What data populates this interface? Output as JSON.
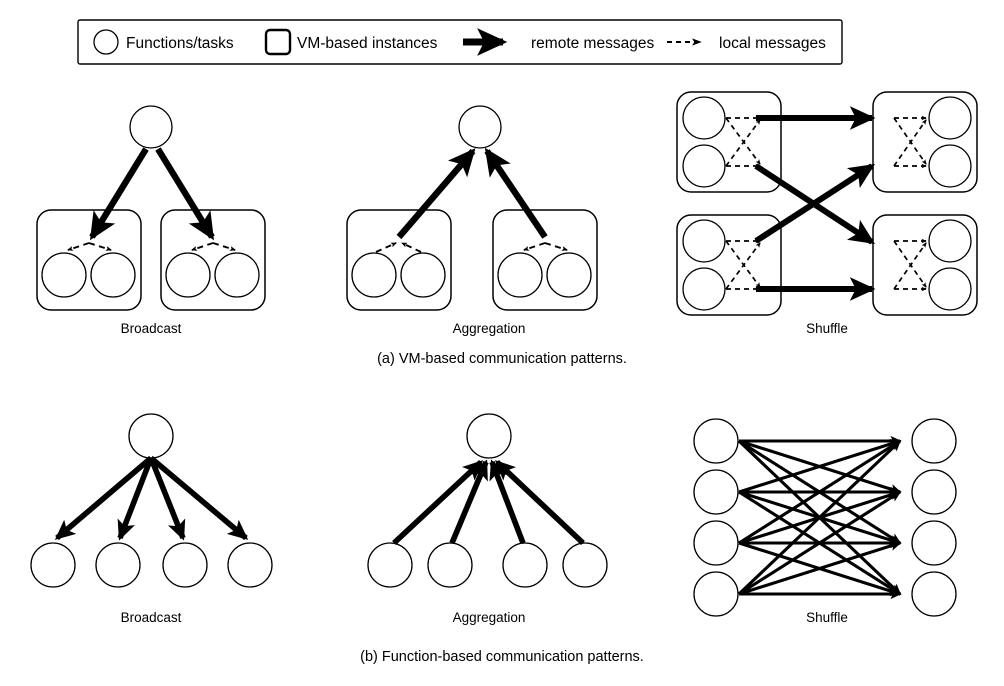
{
  "figure": {
    "legend": {
      "items": [
        {
          "icon": "circle-outline-icon",
          "label": "Functions/tasks"
        },
        {
          "icon": "rounded-square-outline-icon",
          "label": "VM-based instances"
        },
        {
          "icon": "solid-arrow-icon",
          "label": "remote messages"
        },
        {
          "icon": "dashed-arrow-icon",
          "label": "local messages"
        }
      ]
    },
    "rows": [
      {
        "id": "row-a",
        "caption": "(a) VM-based communication patterns.",
        "panels": [
          {
            "id": "panel-a-broadcast",
            "label": "Broadcast",
            "pattern": "broadcast",
            "scope": "vm-based",
            "root_nodes": 1,
            "vm_boxes": 2,
            "functions_per_box": 2,
            "remote_arrows": 2,
            "local_arrows_per_box": 2,
            "local_arrow_direction": "down"
          },
          {
            "id": "panel-a-aggregation",
            "label": "Aggregation",
            "pattern": "aggregation",
            "scope": "vm-based",
            "root_nodes": 1,
            "vm_boxes": 2,
            "functions_per_box": 2,
            "remote_arrows": 2,
            "local_arrows_per_box": 2,
            "local_arrow_direction": "up-left-box-down-right-box"
          },
          {
            "id": "panel-a-shuffle",
            "label": "Shuffle",
            "pattern": "shuffle",
            "scope": "vm-based",
            "vm_boxes": 4,
            "functions_per_box": 2,
            "remote_arrows": 4,
            "local_arrows_per_box": 4,
            "local_arrow_direction": "cross"
          }
        ]
      },
      {
        "id": "row-b",
        "caption": "(b) Function-based communication patterns.",
        "panels": [
          {
            "id": "panel-b-broadcast",
            "label": "Broadcast",
            "pattern": "broadcast",
            "scope": "function-based",
            "root_nodes": 1,
            "leaf_nodes": 4,
            "remote_arrows": 4
          },
          {
            "id": "panel-b-aggregation",
            "label": "Aggregation",
            "pattern": "aggregation",
            "scope": "function-based",
            "root_nodes": 1,
            "leaf_nodes": 4,
            "remote_arrows": 4
          },
          {
            "id": "panel-b-shuffle",
            "label": "Shuffle",
            "pattern": "shuffle",
            "scope": "function-based",
            "source_nodes": 4,
            "target_nodes": 4,
            "remote_arrows": 16
          }
        ]
      }
    ],
    "colors": {
      "stroke": "#000000",
      "background": "#ffffff",
      "node_fill": "#ffffff"
    }
  }
}
